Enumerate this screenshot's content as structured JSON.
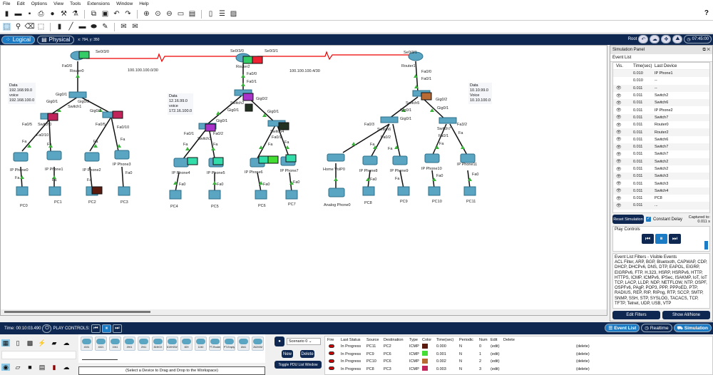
{
  "menu": [
    "File",
    "Edit",
    "Options",
    "View",
    "Tools",
    "Extensions",
    "Window",
    "Help"
  ],
  "toolbar_icons": [
    "new-icon",
    "open-icon",
    "save-icon",
    "print-icon",
    "info-icon",
    "wizard-icon",
    "network-info-icon",
    "copy-icon",
    "paste-icon",
    "undo-icon",
    "redo-icon",
    "zoom-in-icon",
    "zoom-reset-icon",
    "zoom-out-icon",
    "rectangle-icon",
    "palette-icon",
    "custom-device-icon",
    "viewport-icon",
    "image-icon"
  ],
  "tool_icons": [
    "select-icon",
    "inspect-icon",
    "delete-icon",
    "resize-icon",
    "note-icon",
    "line-icon",
    "rectangle-icon",
    "ellipse-icon",
    "freeform-icon",
    "simple-pdu-icon",
    "complex-pdu-icon"
  ],
  "help_label": "?",
  "nav": {
    "logical": "Logical",
    "physical": "Physical",
    "coords": "x: 794, y: 350",
    "root": "Root",
    "clock": "07:45:00"
  },
  "topology": {
    "networks": [
      {
        "label": "100.100.100.0/30"
      },
      {
        "label": "100.100.100.4/30"
      }
    ],
    "notes": [
      {
        "lines": [
          "Data",
          "192.168.99.0",
          "voice",
          "192.168.100.0"
        ]
      },
      {
        "lines": [
          "Data",
          "12.16.99.0",
          "voice",
          "172.16.100.0"
        ]
      },
      {
        "lines": [
          "Data",
          "10.10.99.0",
          "Voice",
          "10.10.100.0"
        ]
      }
    ],
    "devices": {
      "routers": [
        "Router0",
        "Router2",
        "Router1"
      ],
      "switches": [
        "Switch1",
        "Switch0",
        "Switch2",
        "Switch3",
        "Switch4",
        "Switch5",
        "Switch6",
        "Switch7",
        "Switch8"
      ],
      "phones": [
        "IP Phone0",
        "IP Phone1",
        "IP Phone2",
        "IP Phone3",
        "IP Phone4",
        "IP Phone5",
        "IP Phone6",
        "IP Phone7",
        "IP Phone8",
        "IP Phone9",
        "IP Phone10",
        "IP Phone11"
      ],
      "pcs": [
        "PC0",
        "PC1",
        "PC2",
        "PC3",
        "PC4",
        "PC5",
        "PC6",
        "PC7",
        "PC8",
        "PC9",
        "PC10",
        "PC11"
      ],
      "home_voip": "Home VoIP0",
      "analog_phone": "Analog Phone0"
    },
    "ports": {
      "se000": "Se0/3/0",
      "se031": "Se0/3/1",
      "fa00": "Fa0/0",
      "fa01": "Fa0/1",
      "gig01": "Gig0/1",
      "gig02": "Gig0/2",
      "fa05": "Fa0/5",
      "fa010": "Fa0/10",
      "fa02": "Fa0/2",
      "fa03": "Fa0/3",
      "fa32": "Fa3/2",
      "fa": "Fa",
      "fa0": "Fa0"
    }
  },
  "sim_panel": {
    "title": "Simulation Panel",
    "event_list_label": "Event List",
    "columns": [
      "Vis.",
      "Time(sec)",
      "Last Device"
    ],
    "events": [
      {
        "vis": false,
        "time": "0.010",
        "device": "IP Phone1"
      },
      {
        "vis": false,
        "time": "0.010",
        "device": "--"
      },
      {
        "vis": true,
        "time": "0.011",
        "device": "--"
      },
      {
        "vis": true,
        "time": "0.011",
        "device": "Switch2"
      },
      {
        "vis": true,
        "time": "0.011",
        "device": "Switch6"
      },
      {
        "vis": true,
        "time": "0.011",
        "device": "IP Phone2"
      },
      {
        "vis": true,
        "time": "0.011",
        "device": "Switch7"
      },
      {
        "vis": true,
        "time": "0.011",
        "device": "Router0"
      },
      {
        "vis": true,
        "time": "0.011",
        "device": "Router2"
      },
      {
        "vis": true,
        "time": "0.011",
        "device": "Switch6"
      },
      {
        "vis": true,
        "time": "0.011",
        "device": "Switch7"
      },
      {
        "vis": true,
        "time": "0.011",
        "device": "Switch7"
      },
      {
        "vis": true,
        "time": "0.011",
        "device": "Switch2"
      },
      {
        "vis": true,
        "time": "0.011",
        "device": "Switch2"
      },
      {
        "vis": true,
        "time": "0.011",
        "device": "Switch3"
      },
      {
        "vis": true,
        "time": "0.011",
        "device": "Switch3"
      },
      {
        "vis": true,
        "time": "0.011",
        "device": "Switch4"
      },
      {
        "vis": true,
        "time": "0.011",
        "device": "PC8"
      },
      {
        "vis": true,
        "time": "0.011",
        "device": "..."
      }
    ],
    "reset_label": "Reset Simulation",
    "constant_delay_label": "Constant Delay",
    "constant_delay_checked": true,
    "captured_label": "Captured to:",
    "captured_value": "0.011 s",
    "play_controls_label": "Play Controls",
    "filters_title": "Event List Filters - Visible Events",
    "filters_text": "ACL Filter, ARP, BGP, Bluetooth, CAPWAP, CDP, DHCP, DHCPv6, DNS, DTP, EAPOL, EIGRP, EIGRPv6, FTP, H.323, HSRP, HSRPv6, HTTP, HTTPS, ICMP, ICMPv6, IPSec, ISAKMP, IoT, IoT TCP, LACP, LLDP, NDP, NETFLOW, NTP, OSPF, OSPFv6, PAgP, POP3, PPP, PPPoED, PTP, RADIUS, REP, RIP, RIPng, RTP, SCCP, SMTP, SNMP, SSH, STP, SYSLOG, TACACS, TCP, TFTP, Telnet, UDP, USB, VTP",
    "edit_filters_label": "Edit Filters",
    "show_all_label": "Show All/None"
  },
  "status": {
    "time": "Time: 00:10:03.490",
    "play_controls": "PLAY CONTROLS:",
    "event_list_tab": "Event List",
    "realtime_tab": "Realtime",
    "simulation_tab": "Simulation"
  },
  "device_models": [
    "4331",
    "4321",
    "1941",
    "2901",
    "2911",
    "819IOX",
    "819HGW",
    "829",
    "1240",
    "PT-Router",
    "PT-Empty",
    "1841",
    "2620XM"
  ],
  "device_hint": "(Select a Device to Drag and Drop to the Workspace)",
  "scenario": {
    "selected": "Scenario 0",
    "new_label": "New",
    "delete_label": "Delete",
    "toggle_label": "Toggle PDU List Window"
  },
  "pdu_table": {
    "columns": [
      "Fire",
      "Last Status",
      "Source",
      "Destination",
      "Type",
      "Color",
      "Time(sec)",
      "Periodic",
      "Num",
      "Edit",
      "Delete"
    ],
    "rows": [
      {
        "status": "In Progress",
        "source": "PC11",
        "dest": "PC2",
        "type": "ICMP",
        "color": "#5a1a0e",
        "time": "0.000",
        "periodic": "N",
        "num": "0",
        "edit": "(edit)",
        "delete": "(delete)"
      },
      {
        "status": "In Progress",
        "source": "PC9",
        "dest": "PC6",
        "type": "ICMP",
        "color": "#44dd33",
        "time": "0.001",
        "periodic": "N",
        "num": "1",
        "edit": "(edit)",
        "delete": "(delete)"
      },
      {
        "status": "In Progress",
        "source": "PC10",
        "dest": "PC6",
        "type": "ICMP",
        "color": "#b86a32",
        "time": "0.002",
        "periodic": "N",
        "num": "2",
        "edit": "(edit)",
        "delete": "(delete)"
      },
      {
        "status": "In Progress",
        "source": "PC8",
        "dest": "PC3",
        "type": "ICMP",
        "color": "#c0245a",
        "time": "0.003",
        "periodic": "N",
        "num": "3",
        "edit": "(edit)",
        "delete": "(delete)"
      }
    ]
  },
  "colors": {
    "navy": "#0f2851",
    "accent": "#1b7bc4",
    "serial_link": "#e00000",
    "port_up": "#3cb43c"
  }
}
